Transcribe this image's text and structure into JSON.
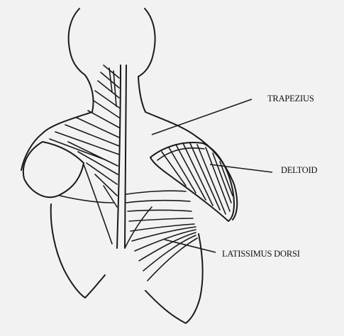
{
  "labels": {
    "trapezius": "TRAPEZIUS",
    "deltoid": "DELTOID",
    "latissimus_dorsi": "LATISSIMUS DORSI"
  },
  "colors": {
    "background": "#f2f2f2",
    "ink": "#1a1a1a"
  }
}
